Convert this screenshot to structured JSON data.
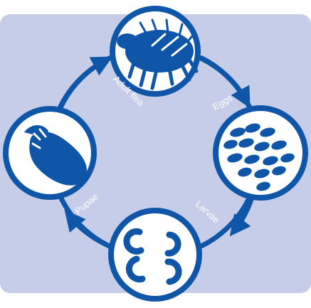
{
  "colors": {
    "panel": "#c5cde9",
    "ring": "#0f56a8",
    "stage_bg": "#ffffff",
    "label": "#ffffff"
  },
  "stages": [
    {
      "key": "adult",
      "label": "Adult flea",
      "icon": "flea-icon"
    },
    {
      "key": "eggs",
      "label": "Eggs",
      "icon": "eggs-icon"
    },
    {
      "key": "larvae",
      "label": "Larvae",
      "icon": "larvae-icon"
    },
    {
      "key": "pupae",
      "label": "Pupae",
      "icon": "pupa-icon"
    }
  ]
}
